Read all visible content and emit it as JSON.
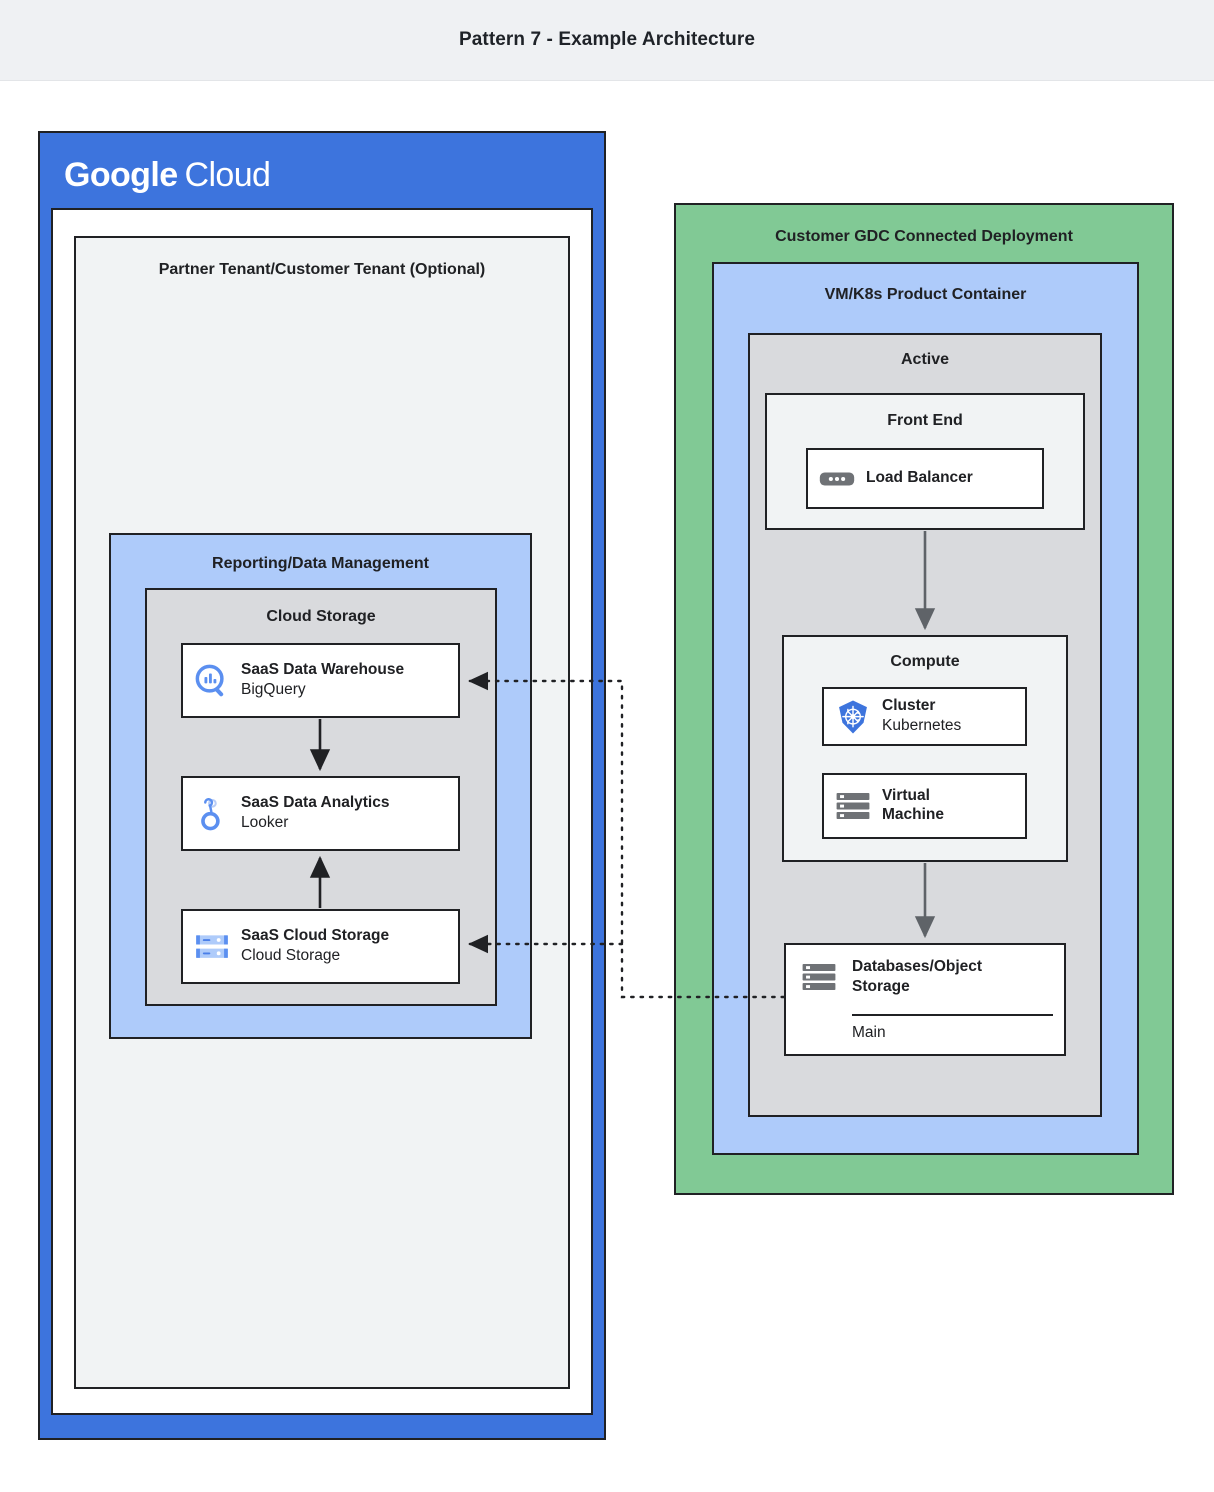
{
  "header": {
    "title": "Pattern 7 - Example Architecture"
  },
  "google_cloud": {
    "logo_bold": "Google",
    "logo_light": "Cloud",
    "fill": "#3d74dd",
    "tenant": {
      "title": "Partner Tenant/Customer Tenant (Optional)",
      "fill": "#f1f3f4"
    },
    "reporting": {
      "title": "Reporting/Data Management",
      "fill": "#aecbfa"
    },
    "cloud_storage_group": {
      "title": "Cloud Storage",
      "fill": "#d9dadd"
    },
    "services": [
      {
        "icon": "bigquery-icon",
        "name": "SaaS Data Warehouse",
        "sub": "BigQuery"
      },
      {
        "icon": "looker-icon",
        "name": "SaaS Data Analytics",
        "sub": "Looker"
      },
      {
        "icon": "cloud-storage-icon",
        "name": "SaaS Cloud Storage",
        "sub": "Cloud Storage"
      }
    ]
  },
  "gdc": {
    "title": "Customer GDC Connected Deployment",
    "fill": "#81c995",
    "product_container": {
      "title": "VM/K8s Product Container",
      "fill": "#aecbfa"
    },
    "active": {
      "title": "Active",
      "fill": "#d9dadd"
    },
    "front_end": {
      "title": "Front End",
      "fill": "#f1f3f4",
      "node": {
        "icon": "load-balancer-icon",
        "name": "Load Balancer"
      }
    },
    "compute": {
      "title": "Compute",
      "fill": "#f1f3f4",
      "nodes": [
        {
          "icon": "kubernetes-icon",
          "name": "Cluster",
          "sub": "Kubernetes"
        },
        {
          "icon": "virtual-machine-icon",
          "name_line1": "Virtual",
          "name_line2": "Machine"
        }
      ]
    },
    "database": {
      "icon": "database-storage-icon",
      "name_line1": "Databases/Object",
      "name_line2": "Storage",
      "instance": "Main"
    }
  },
  "connectors": {
    "solid_color": "#5f6368",
    "dark_color": "#202124",
    "dotted_color": "#202124",
    "flows": [
      {
        "name": "warehouse-to-analytics",
        "style": "solid",
        "from": "SaaS Data Warehouse",
        "to": "SaaS Data Analytics"
      },
      {
        "name": "cloudstorage-to-analytics",
        "style": "solid",
        "from": "SaaS Cloud Storage",
        "to": "SaaS Data Analytics"
      },
      {
        "name": "loadbalancer-to-compute",
        "style": "solid",
        "from": "Load Balancer",
        "to": "Compute"
      },
      {
        "name": "compute-to-database",
        "style": "solid",
        "from": "Compute",
        "to": "Databases/Object Storage"
      },
      {
        "name": "database-to-warehouse",
        "style": "dotted",
        "from": "Databases/Object Storage",
        "to": "SaaS Data Warehouse"
      },
      {
        "name": "database-to-cloudstorage",
        "style": "dotted",
        "from": "Databases/Object Storage",
        "to": "SaaS Cloud Storage"
      }
    ]
  }
}
